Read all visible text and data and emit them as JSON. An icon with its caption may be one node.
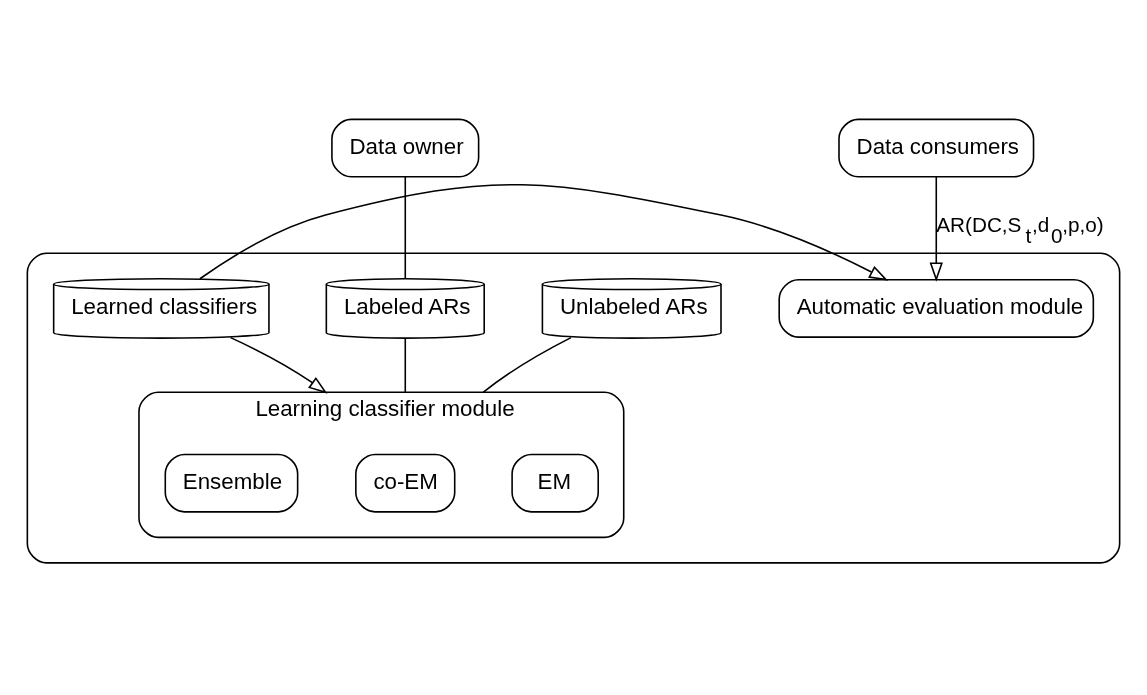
{
  "diagram": {
    "nodes": [
      {
        "text": [],
        "shape": "box"
      },
      {
        "text": [
          "Data owner"
        ]
      },
      {
        "text": [
          "Labeled ARs"
        ],
        "in": 0
      },
      {
        "text": [
          "Unlabeled ARs"
        ],
        "in": 0
      },
      {
        "text": [
          "Learned classifiers"
        ],
        "in": 0
      },
      {
        "text": [
          "Learning classifier module"
        ],
        "in": 0
      },
      {
        "text": [
          "EM"
        ],
        "in": 5
      },
      {
        "text": [
          "co-EM"
        ],
        "in": 5
      },
      {
        "text": [
          "Ensemble"
        ],
        "in": 5
      },
      {
        "text": [
          "Automatic evaluation module"
        ],
        "in": 0
      },
      {
        "text": [
          "Data consumers"
        ]
      }
    ],
    "edges": [
      {
        "from": 1,
        "to": 2,
        "arrow": "none"
      },
      {
        "from": 2,
        "to": 5,
        "arrow": "none"
      },
      {
        "from": 3,
        "to": 5,
        "arrow": "none"
      },
      {
        "from": 4,
        "to": 5,
        "arrow": "to"
      },
      {
        "from": 4,
        "to": 9,
        "arrow": "to"
      },
      {
        "from": 10,
        "to": 9,
        "arrow": "to",
        "label": "AR(DC,S$_{t}$,d$_{0}$,p,o)"
      }
    ]
  }
}
